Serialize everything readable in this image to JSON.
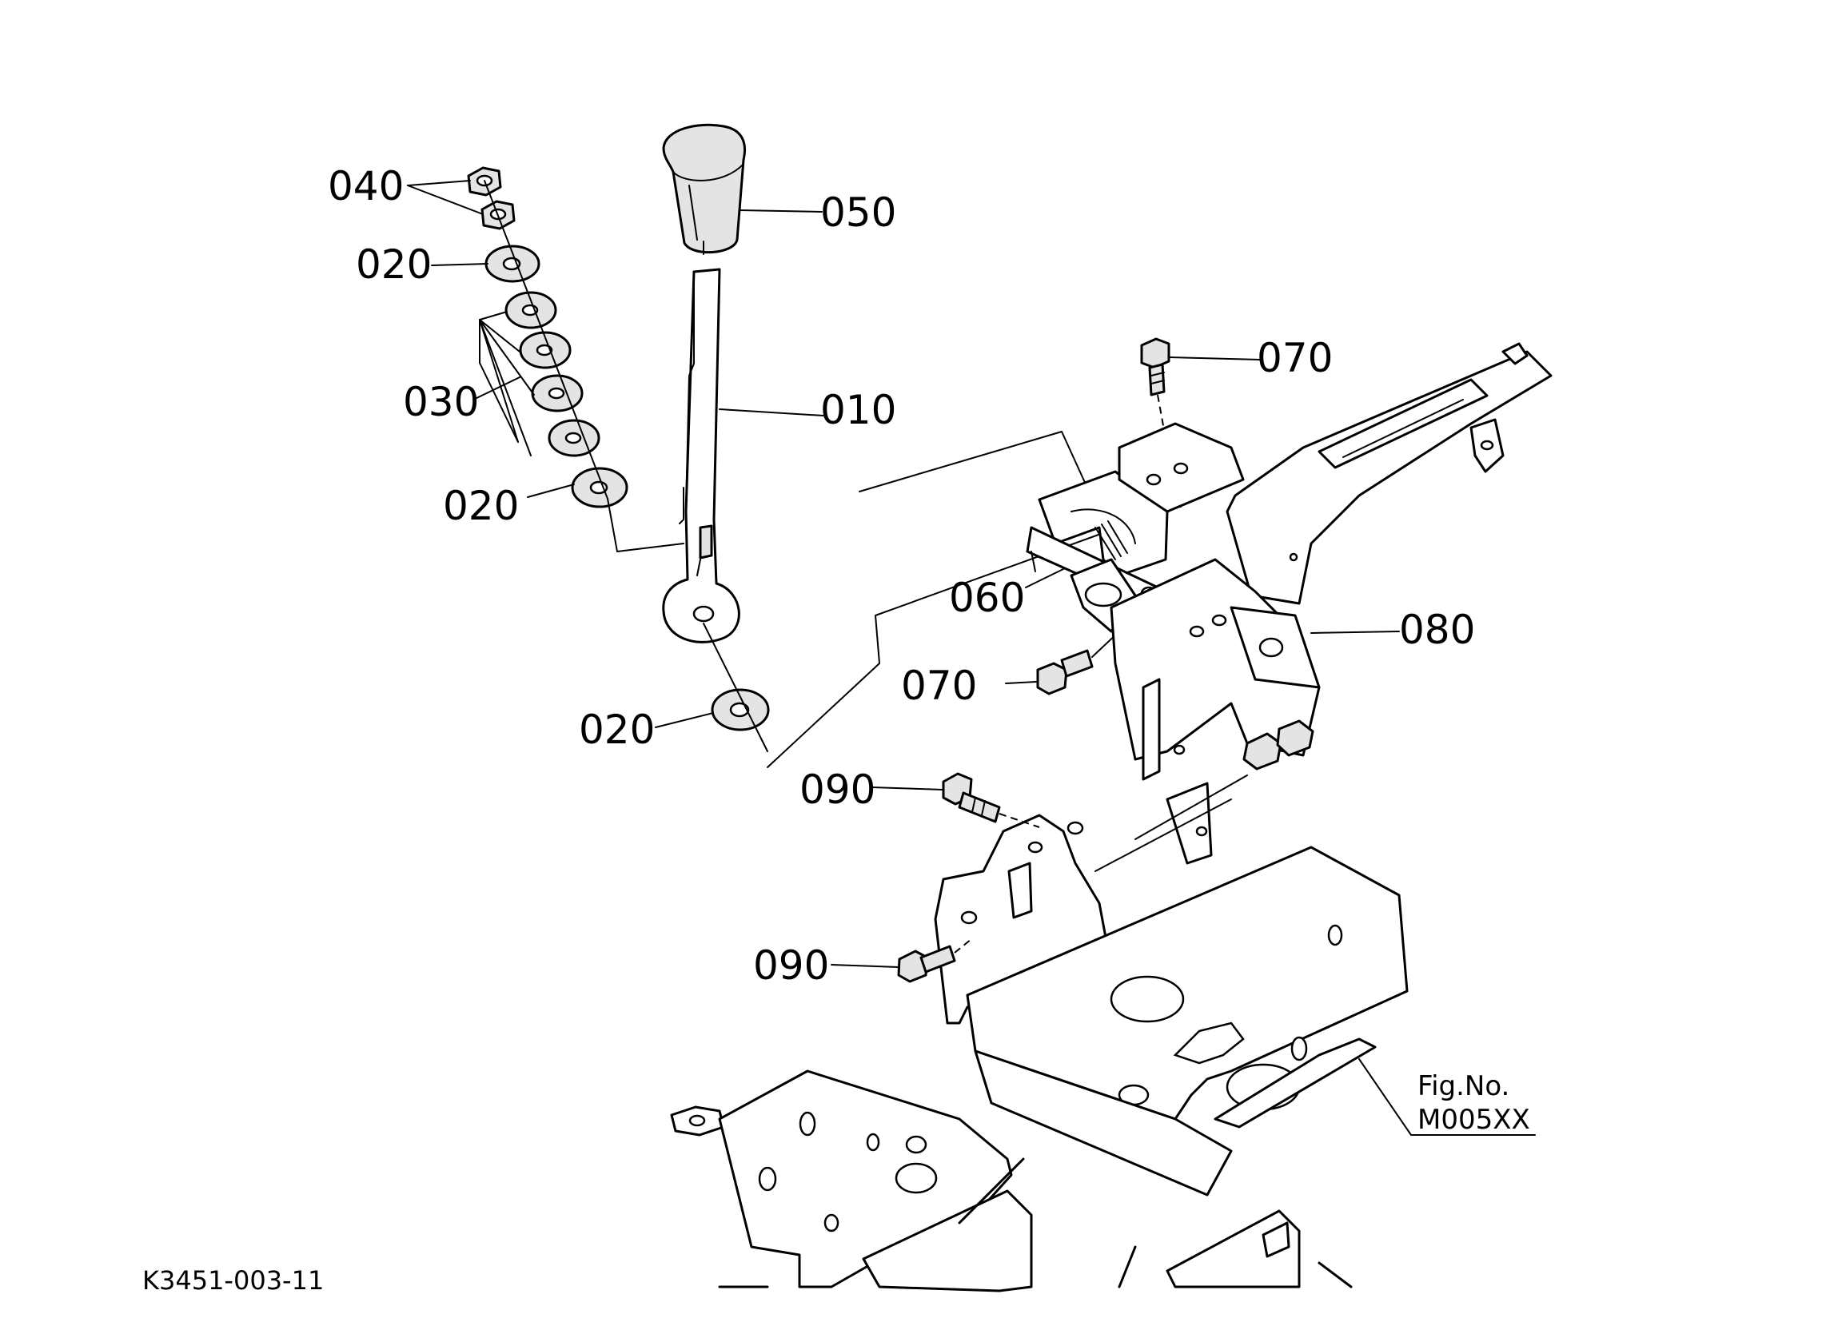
{
  "labels": {
    "p040": "040",
    "p020_top": "020",
    "p030": "030",
    "p020_mid": "020",
    "p020_bottom": "020",
    "p050": "050",
    "p010": "010",
    "p070_top": "070",
    "p060": "060",
    "p080": "080",
    "p070_bottom": "070",
    "p090_top": "090",
    "p090_bottom": "090"
  },
  "figure_ref": {
    "line1": "Fig.No.",
    "line2": "M005XX"
  },
  "drawing_code": "K3451-003-11"
}
